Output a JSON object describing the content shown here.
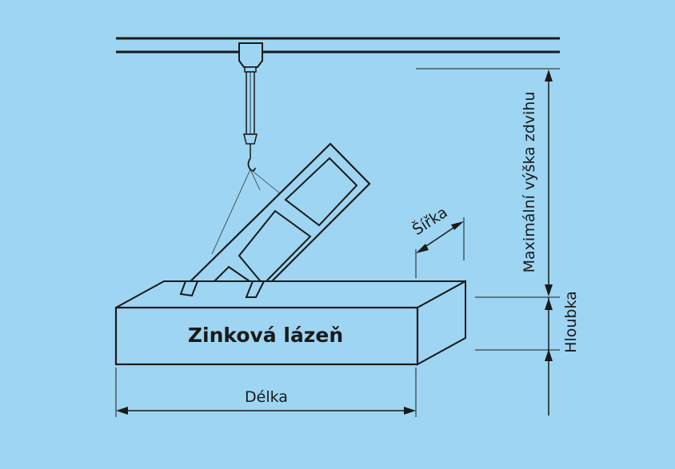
{
  "colors": {
    "background": "#9dd5f2",
    "ink": "#1a1a1a"
  },
  "labels": {
    "bath": "Zinková lázeň",
    "length": "Délka",
    "width": "Šířka",
    "max_lift_height": "Maximální výška zdvihu",
    "depth": "Hloubka"
  }
}
